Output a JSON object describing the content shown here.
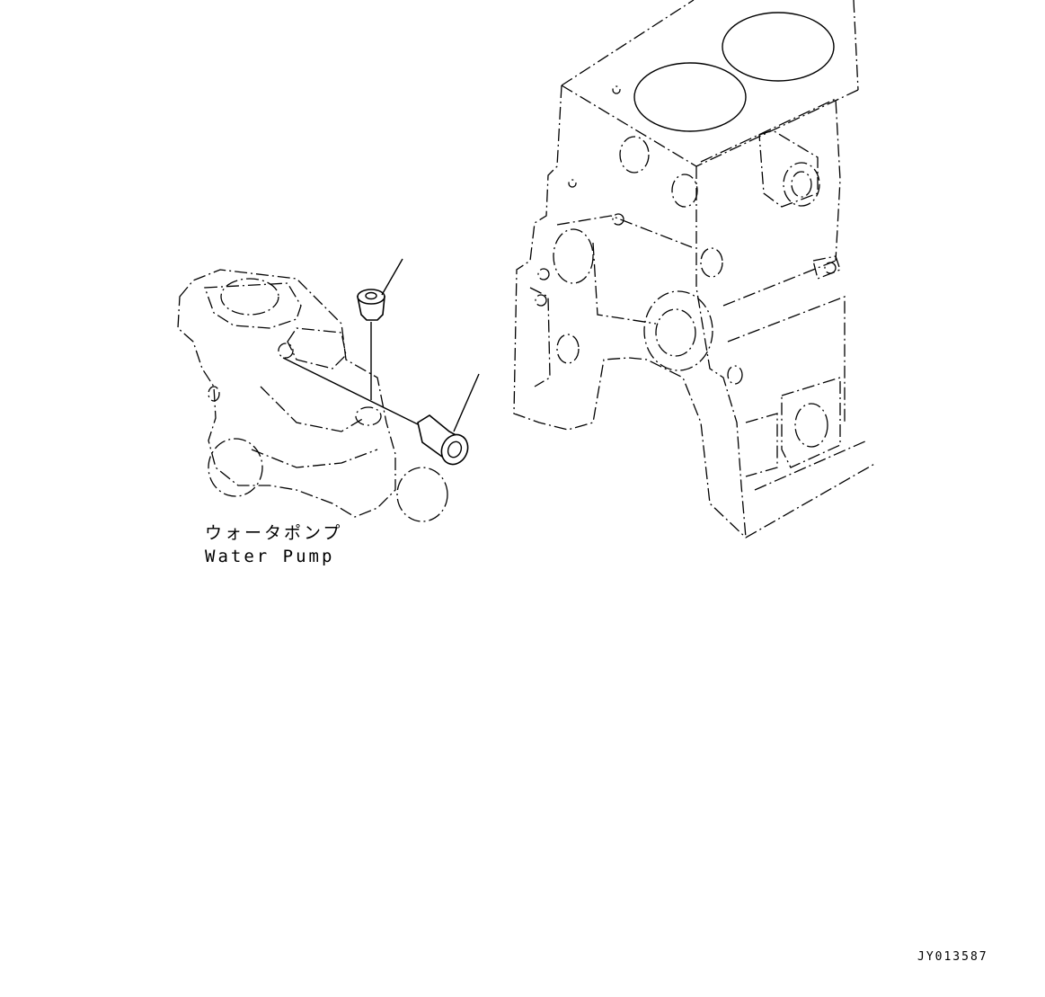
{
  "labels": {
    "part_name_jp": "ウォータポンプ",
    "part_name_en": "Water Pump"
  },
  "drawing_id": "JY013587",
  "colors": {
    "line": "#000000",
    "background": "#ffffff"
  }
}
